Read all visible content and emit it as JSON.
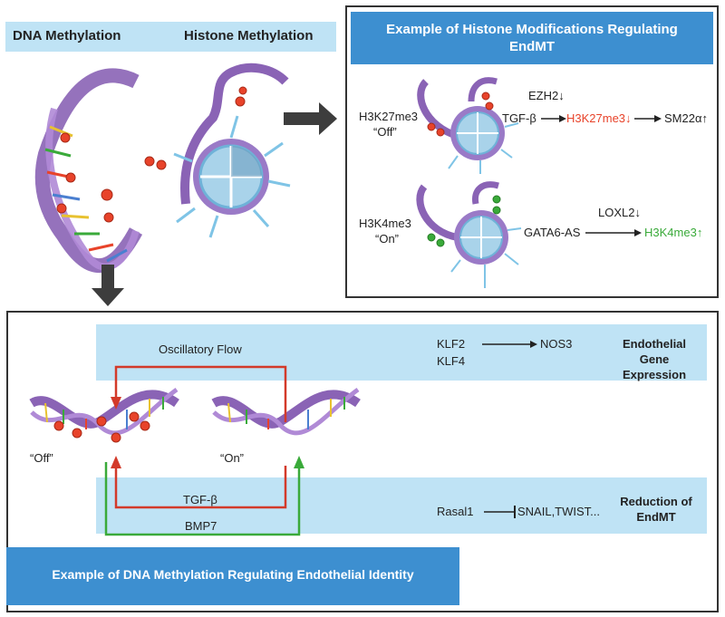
{
  "top_left": {
    "dna_label": "DNA Methylation",
    "histone_label": "Histone Methylation"
  },
  "histone_panel": {
    "title": "Example of Histone Modifications Regulating EndMT",
    "row1": {
      "mark": "H3K27me3",
      "state": "“Off”",
      "enzyme": "EZH2",
      "enzyme_arrow": "↓",
      "input": "TGF-β",
      "output": "H3K27me3",
      "output_arrow": "↓",
      "target": "SM22α",
      "target_arrow": "↑"
    },
    "row2": {
      "mark": "H3K4me3",
      "state": "“On”",
      "enzyme": "LOXL2",
      "enzyme_arrow": "↓",
      "input": "GATA6-AS",
      "output": "H3K4me3",
      "output_arrow": "↑"
    },
    "colors": {
      "red": "#e8432a",
      "green": "#3aaa3a"
    }
  },
  "dna_panel": {
    "title": "Example of DNA Methylation Regulating Endothelial Identity",
    "flow_label": "Oscillatory Flow",
    "off_label": "“Off”",
    "on_label": "“On”",
    "tgf_label": "TGF-β",
    "bmp_label": "BMP7",
    "klf2": "KLF2",
    "klf4": "KLF4",
    "nos3": "NOS3",
    "endo_expr": "Endothelial Gene Expression",
    "rasal": "Rasal1",
    "snail": "SNAIL,TWIST...",
    "reduction": "Reduction of EndMT"
  },
  "colors": {
    "header_bar": "#bfe3f5",
    "title_blue": "#3d8fd0",
    "dna_purple": "#8a63b5",
    "nucleus_blue": "#6fb2d8"
  }
}
